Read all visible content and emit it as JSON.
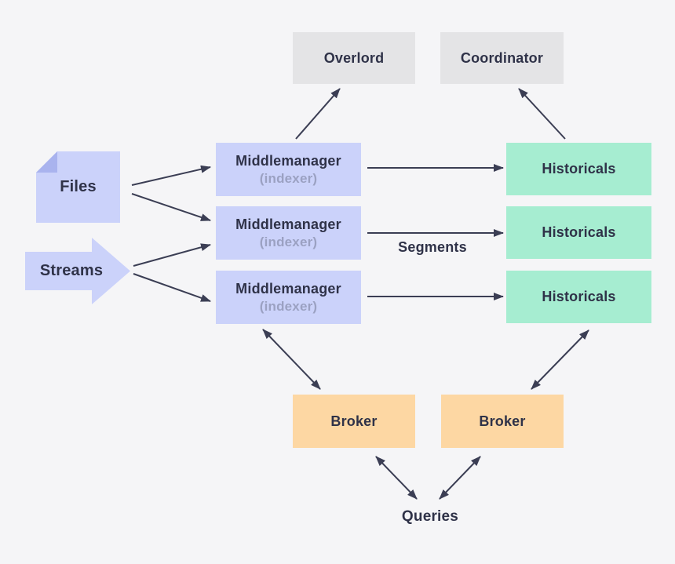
{
  "nodes": {
    "files": {
      "label": "Files"
    },
    "streams": {
      "label": "Streams"
    },
    "overlord": {
      "label": "Overlord"
    },
    "coordinator": {
      "label": "Coordinator"
    },
    "middlemanagers": [
      {
        "label": "Middlemanager",
        "sublabel": "(indexer)"
      },
      {
        "label": "Middlemanager",
        "sublabel": "(indexer)"
      },
      {
        "label": "Middlemanager",
        "sublabel": "(indexer)"
      }
    ],
    "historicals": [
      {
        "label": "Historicals"
      },
      {
        "label": "Historicals"
      },
      {
        "label": "Historicals"
      }
    ],
    "brokers": [
      {
        "label": "Broker"
      },
      {
        "label": "Broker"
      }
    ]
  },
  "edge_labels": {
    "segments": "Segments",
    "queries": "Queries"
  },
  "colors": {
    "background": "#f5f5f7",
    "ingest_lavender": "#cbd2fa",
    "fold_lavender": "#a9b3ee",
    "historical_green": "#a6edd1",
    "master_gray": "#e4e4e6",
    "broker_orange": "#fdd7a3",
    "arrow_ink": "#3b3e54",
    "label_ink": "#2f3248",
    "sublabel_gray": "#9ba1c2"
  }
}
